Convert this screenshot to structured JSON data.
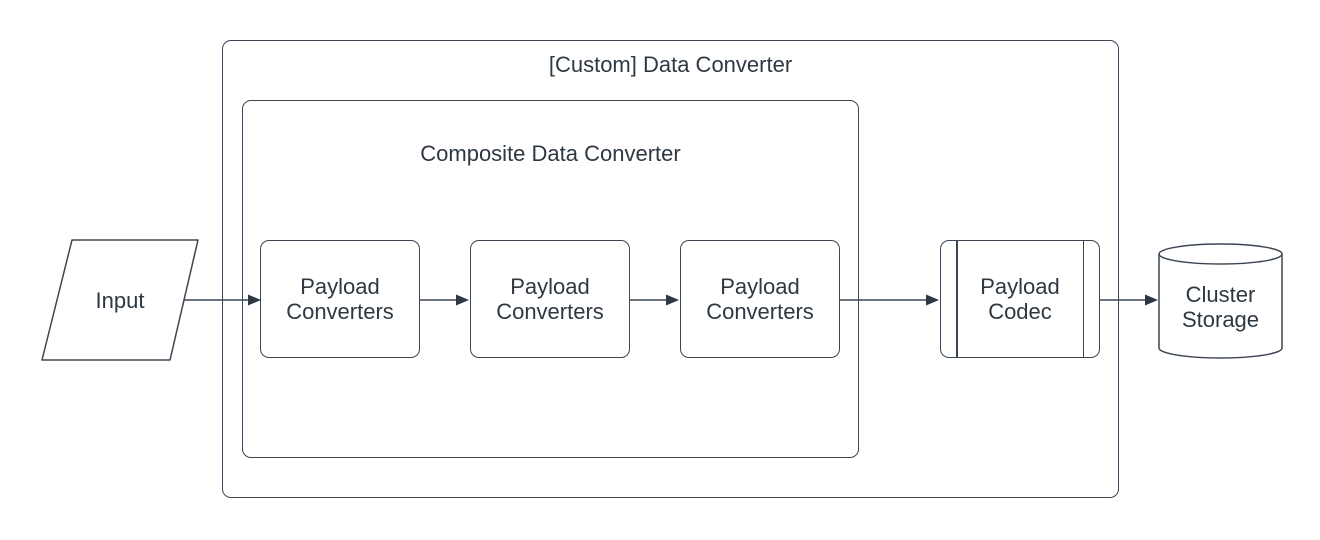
{
  "colors": {
    "stroke": "#3c4653",
    "text": "#2e3843",
    "background": "#ffffff"
  },
  "containers": {
    "outer": {
      "label": "[Custom] Data Converter"
    },
    "inner": {
      "label": "Composite Data Converter"
    }
  },
  "nodes": {
    "input": {
      "label": "Input",
      "shape": "parallelogram"
    },
    "converters": [
      {
        "label": "Payload\nConverters",
        "shape": "rounded-rectangle"
      },
      {
        "label": "Payload\nConverters",
        "shape": "rounded-rectangle"
      },
      {
        "label": "Payload\nConverters",
        "shape": "rounded-rectangle"
      }
    ],
    "codec": {
      "label": "Payload\nCodec",
      "shape": "predefined-process"
    },
    "storage": {
      "label": "Cluster\nStorage",
      "shape": "cylinder"
    }
  },
  "edges": [
    {
      "from": "input",
      "to": "converter-1",
      "arrow": "right"
    },
    {
      "from": "converter-1",
      "to": "converter-2",
      "arrow": "right"
    },
    {
      "from": "converter-2",
      "to": "converter-3",
      "arrow": "right"
    },
    {
      "from": "converter-3",
      "to": "codec",
      "arrow": "right"
    },
    {
      "from": "codec",
      "to": "storage",
      "arrow": "right"
    }
  ]
}
